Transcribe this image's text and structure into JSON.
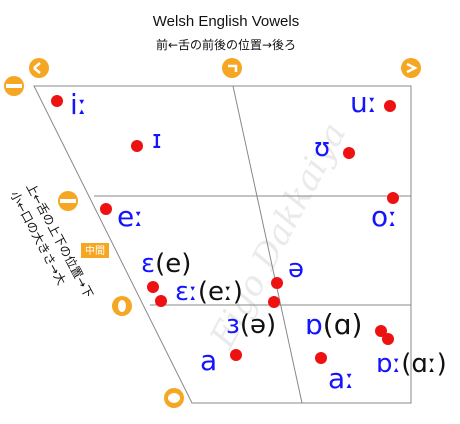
{
  "title": "Welsh English Vowels",
  "subtitle": "前←舌の前後の位置→後ろ",
  "side_label_line1": "上←舌の上下の位置→下",
  "side_label_line2": "小←口の大きさ→大",
  "middle_badge": "中間",
  "watermark": "Eigo Dakkaiya",
  "colors": {
    "vowel": "#1414ff",
    "dot": "#ee1111",
    "icon": "#f5a623",
    "grid": "#888888"
  },
  "vowels": [
    {
      "id": "i-long",
      "symbol": "iː",
      "color": "blue"
    },
    {
      "id": "small-i",
      "symbol": "ɪ",
      "color": "blue"
    },
    {
      "id": "u-long",
      "symbol": "uː",
      "color": "blue"
    },
    {
      "id": "horseshoe",
      "symbol": "ʊ",
      "color": "blue"
    },
    {
      "id": "e-long",
      "symbol": "eː",
      "color": "blue"
    },
    {
      "id": "o-long",
      "symbol": "oː",
      "color": "blue"
    },
    {
      "id": "epsilon",
      "symbol": "ɛ",
      "color": "blue",
      "alt": "(e)"
    },
    {
      "id": "epsilon-long",
      "symbol": "ɛː",
      "color": "blue",
      "alt": "(eː)"
    },
    {
      "id": "schwa",
      "symbol": "ə",
      "color": "blue"
    },
    {
      "id": "rev-epsilon",
      "symbol": "ɜ",
      "color": "blue",
      "alt": "(ə)"
    },
    {
      "id": "turned-alpha",
      "symbol": "ɒ",
      "color": "blue",
      "alt": "(ɑ)"
    },
    {
      "id": "a",
      "symbol": "a",
      "color": "blue"
    },
    {
      "id": "a-long",
      "symbol": "aː",
      "color": "blue"
    },
    {
      "id": "turned-alpha-long",
      "symbol": "ɒː",
      "color": "blue",
      "alt": "(ɑː)"
    }
  ],
  "icons": [
    {
      "id": "mouth-closed-1",
      "name": "closed-mouth-icon"
    },
    {
      "id": "mouth-closed-2",
      "name": "closed-mouth-icon"
    },
    {
      "id": "mouth-half",
      "name": "half-open-mouth-icon"
    },
    {
      "id": "mouth-open-1",
      "name": "open-mouth-icon"
    },
    {
      "id": "mouth-open-2",
      "name": "wide-open-mouth-icon"
    },
    {
      "id": "front-icon",
      "name": "face-front-icon"
    },
    {
      "id": "mid-icon",
      "name": "face-mid-icon"
    },
    {
      "id": "back-icon",
      "name": "face-back-icon"
    }
  ]
}
